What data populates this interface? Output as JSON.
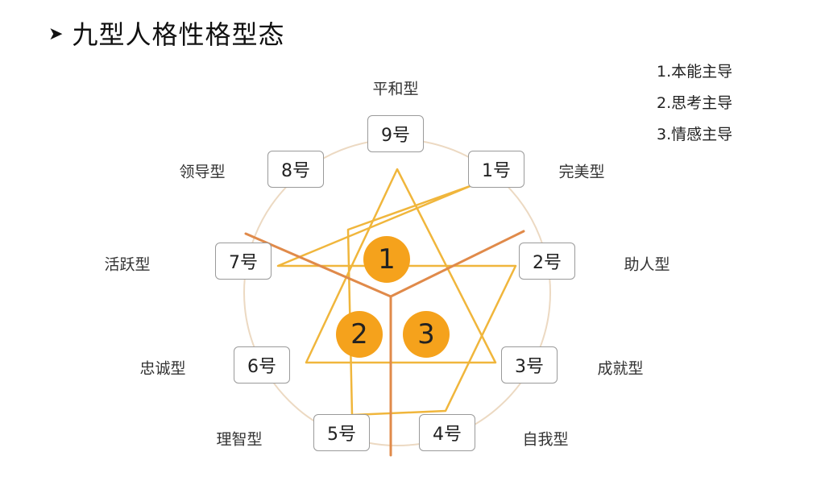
{
  "title": {
    "arrow": "➤",
    "text": "九型人格性格型态"
  },
  "legend": [
    "1.本能主导",
    "2.思考主导",
    "3.情感主导"
  ],
  "types": [
    {
      "number": "9号",
      "name": "平和型"
    },
    {
      "number": "1号",
      "name": "完美型"
    },
    {
      "number": "2号",
      "name": "助人型"
    },
    {
      "number": "3号",
      "name": "成就型"
    },
    {
      "number": "4号",
      "name": "自我型"
    },
    {
      "number": "5号",
      "name": "理智型"
    },
    {
      "number": "6号",
      "name": "忠诚型"
    },
    {
      "number": "7号",
      "name": "活跃型"
    },
    {
      "number": "8号",
      "name": "领导型"
    }
  ],
  "centers": [
    "1",
    "2",
    "3"
  ],
  "colors": {
    "star": "#f0b63c",
    "divider": "#e08a4a",
    "circle": "#ecd9c2",
    "badge": "#f5a21c"
  }
}
